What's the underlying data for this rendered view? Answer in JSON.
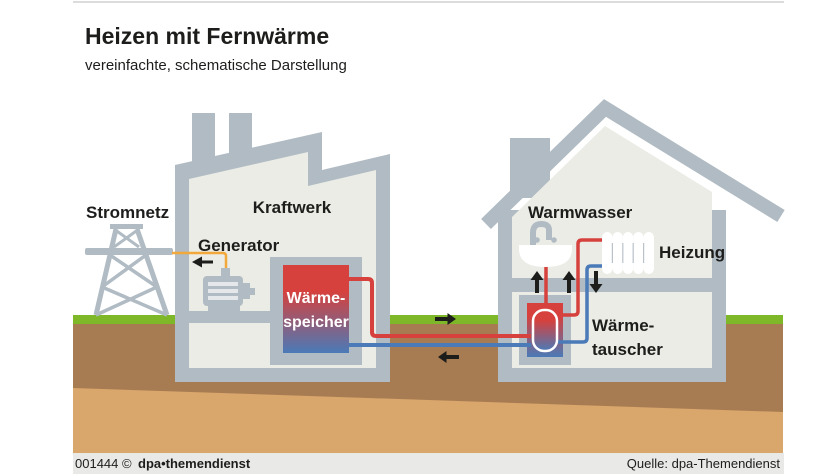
{
  "header": {
    "title": "Heizen mit Fernwärme",
    "subtitle": "vereinfachte, schematische Darstellung"
  },
  "diagram": {
    "power_grid_label": "Stromnetz",
    "power_plant_label": "Kraftwerk",
    "generator_label": "Generator",
    "heat_storage_label": [
      "Wärme-",
      "speicher"
    ],
    "hot_water_label": "Warmwasser",
    "radiator_label": "Heizung",
    "heat_exchanger_label": [
      "Wärme-",
      "tauscher"
    ],
    "icons": {
      "transmission_tower": "transmission-tower-icon",
      "generator": "generator-icon",
      "sink": "sink-icon",
      "radiator": "radiator-icon",
      "heat_storage": "heat-storage-tank",
      "heat_exchanger": "heat-exchanger-tank",
      "flow_arrows": "black-flow-arrows"
    },
    "colors": {
      "supply_pipe_red": "#d6413d",
      "return_pipe_blue": "#4a7ab8",
      "power_cable_orange": "#f2a83a",
      "grass_green": "#7eb829",
      "soil_brown": "#a87c52",
      "soil_light": "#d9a66c",
      "structure_gray": "#b0bbc3",
      "interior_light": "#ebece6"
    }
  },
  "footer": {
    "id_text": "001444 ©",
    "brand": "dpa•themendienst",
    "source": "Quelle: dpa-Themendienst"
  }
}
